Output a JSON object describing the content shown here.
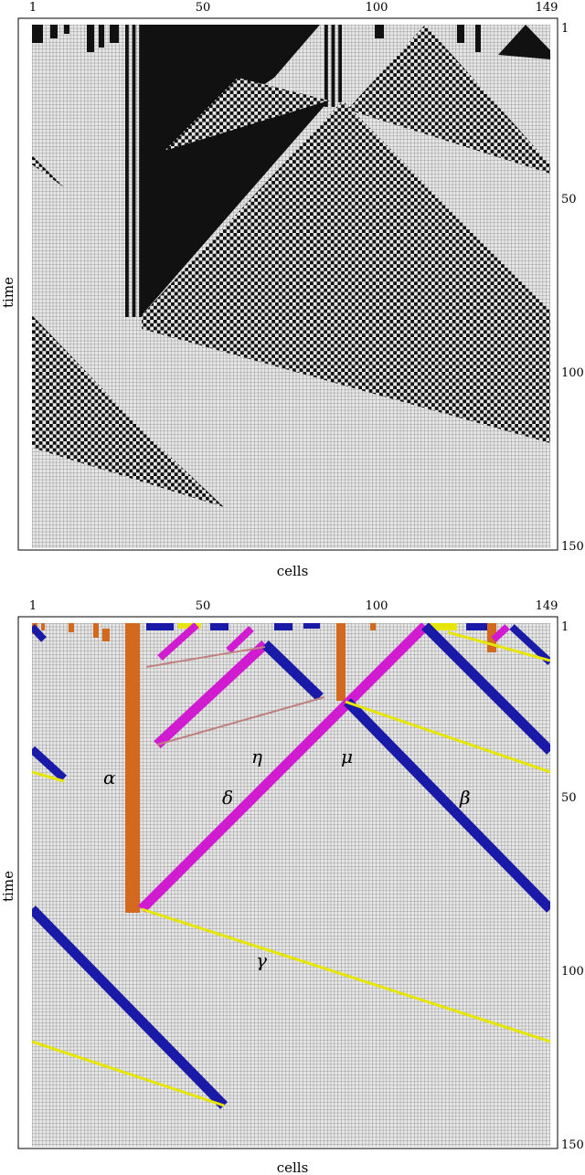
{
  "panels": [
    {
      "id": "top",
      "x_ticks": [
        "1",
        "50",
        "100",
        "149"
      ],
      "y_ticks": [
        "1",
        "50",
        "100",
        "150"
      ],
      "xlabel": "cells",
      "ylabel": "time"
    },
    {
      "id": "bottom",
      "x_ticks": [
        "1",
        "50",
        "100",
        "149"
      ],
      "y_ticks": [
        "1",
        "50",
        "100",
        "150"
      ],
      "xlabel": "cells",
      "ylabel": "time",
      "labels": [
        "α",
        "η",
        "μ",
        "δ",
        "β",
        "γ"
      ]
    }
  ],
  "colors": {
    "background_light": "#e6e6e6",
    "dark": "#111111",
    "grid": "#555555",
    "alpha_glider": "#d2691e",
    "beta_glider": "#1a1aa8",
    "gamma_glider": "#e6e600",
    "delta_glider": "#d11bd1",
    "eta_glider": "#c08080"
  }
}
